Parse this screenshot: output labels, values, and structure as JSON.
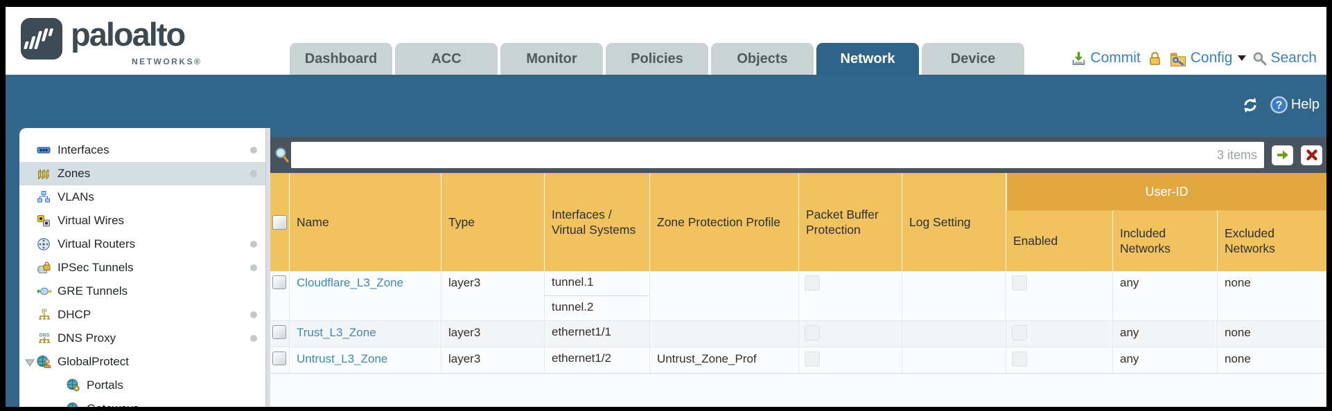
{
  "header": {
    "logo": {
      "brand": "paloalto",
      "sub": "NETWORKS®"
    },
    "tabs": [
      {
        "label": "Dashboard",
        "active": false
      },
      {
        "label": "ACC",
        "active": false
      },
      {
        "label": "Monitor",
        "active": false
      },
      {
        "label": "Policies",
        "active": false
      },
      {
        "label": "Objects",
        "active": false
      },
      {
        "label": "Network",
        "active": true
      },
      {
        "label": "Device",
        "active": false
      }
    ],
    "actions": {
      "commit": "Commit",
      "config": "Config",
      "search": "Search"
    }
  },
  "toolbar": {
    "help": "Help"
  },
  "sidebar": {
    "items": [
      {
        "label": "Interfaces",
        "icon": "interfaces-icon",
        "dot": true
      },
      {
        "label": "Zones",
        "icon": "zones-icon",
        "dot": true,
        "selected": true
      },
      {
        "label": "VLANs",
        "icon": "vlans-icon"
      },
      {
        "label": "Virtual Wires",
        "icon": "virtual-wires-icon"
      },
      {
        "label": "Virtual Routers",
        "icon": "virtual-routers-icon",
        "dot": true
      },
      {
        "label": "IPSec Tunnels",
        "icon": "ipsec-tunnels-icon",
        "dot": true
      },
      {
        "label": "GRE Tunnels",
        "icon": "gre-tunnels-icon"
      },
      {
        "label": "DHCP",
        "icon": "dhcp-icon",
        "dot": true
      },
      {
        "label": "DNS Proxy",
        "icon": "dns-proxy-icon",
        "dot": true
      },
      {
        "label": "GlobalProtect",
        "icon": "globalprotect-icon",
        "expander": true
      },
      {
        "label": "Portals",
        "icon": "portals-icon",
        "indent": 1
      },
      {
        "label": "Gateways",
        "icon": "gateways-icon",
        "indent": 1
      }
    ]
  },
  "content": {
    "filter": {
      "value": "",
      "count": "3 items"
    },
    "table": {
      "group_header": "User-ID",
      "columns": [
        "Name",
        "Type",
        "Interfaces / Virtual Systems",
        "Zone Protection Profile",
        "Packet Buffer Protection",
        "Log Setting",
        "Enabled",
        "Included Networks",
        "Excluded Networks"
      ],
      "rows": [
        {
          "name": "Cloudflare_L3_Zone",
          "type": "layer3",
          "interfaces": [
            "tunnel.1",
            "tunnel.2"
          ],
          "zone_protection_profile": "",
          "log_setting": "",
          "included_networks": "any",
          "excluded_networks": "none"
        },
        {
          "name": "Trust_L3_Zone",
          "type": "layer3",
          "interfaces": [
            "ethernet1/1"
          ],
          "zone_protection_profile": "",
          "log_setting": "",
          "included_networks": "any",
          "excluded_networks": "none"
        },
        {
          "name": "Untrust_L3_Zone",
          "type": "layer3",
          "interfaces": [
            "ethernet1/2"
          ],
          "zone_protection_profile": "Untrust_Zone_Prof",
          "log_setting": "",
          "included_networks": "any",
          "excluded_networks": "none"
        }
      ]
    }
  },
  "colors": {
    "teal_band": "#31658a",
    "active_tab": "#2f6489",
    "tab_bg": "#c9d3d3",
    "filter_bar": "#49545e",
    "table_header": "#f1c360",
    "user_id_band": "#e1a83f",
    "link_blue": "#3f88b0",
    "action_blue": "#3c80bd",
    "selection": "#d5dee2"
  }
}
